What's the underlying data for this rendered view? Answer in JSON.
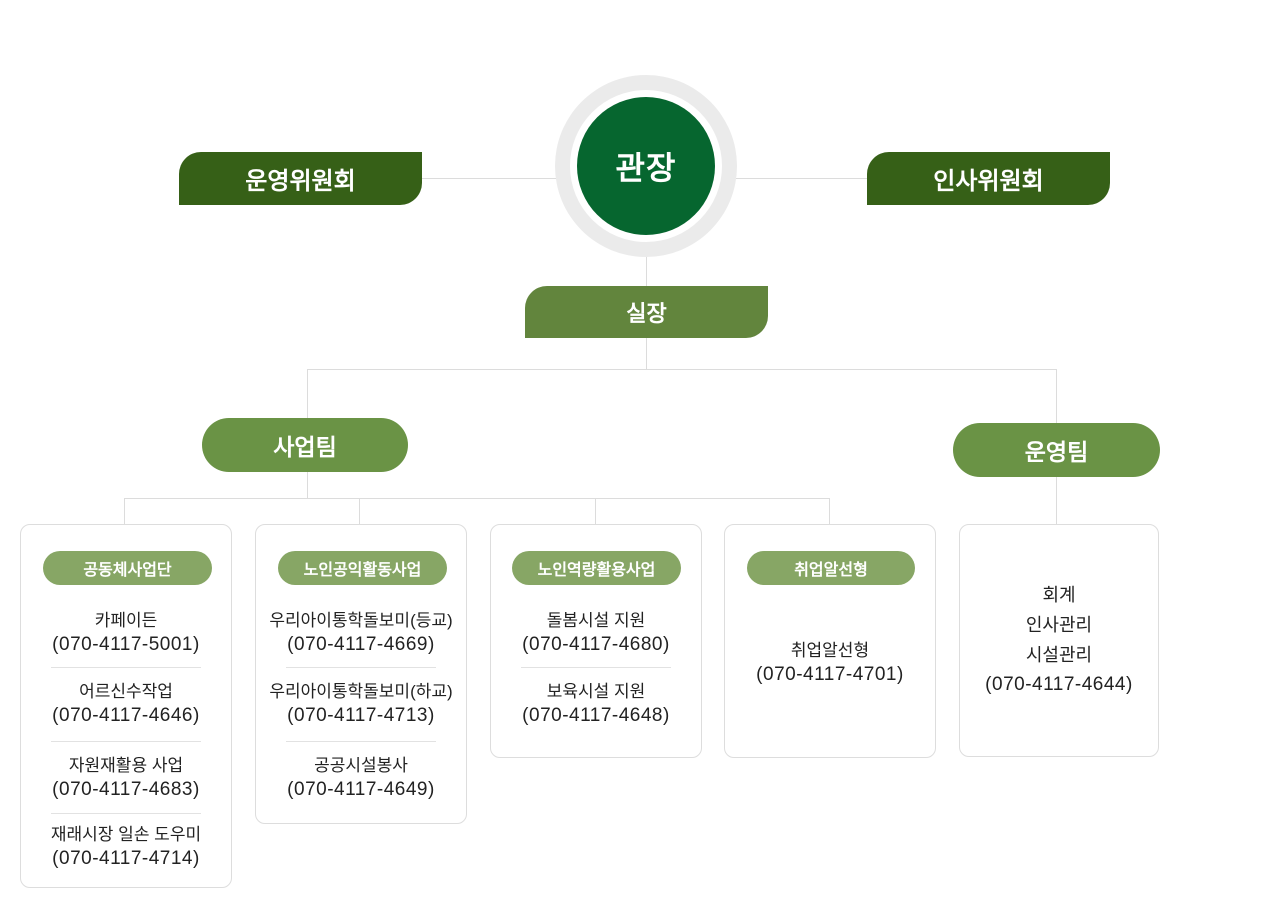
{
  "director": {
    "label": "관장"
  },
  "committees": {
    "left": "운영위원회",
    "right": "인사위원회"
  },
  "chief": {
    "label": "실장"
  },
  "teams": {
    "business": "사업팀",
    "operations": "운영팀"
  },
  "divisions": [
    {
      "title": "공동체사업단",
      "entries": [
        {
          "name": "카페이든",
          "phone": "(070-4117-5001)"
        },
        {
          "name": "어르신수작업",
          "phone": "(070-4117-4646)"
        },
        {
          "name": "자원재활용 사업",
          "phone": "(070-4117-4683)"
        },
        {
          "name": "재래시장 일손 도우미",
          "phone": "(070-4117-4714)"
        }
      ]
    },
    {
      "title": "노인공익활동사업",
      "entries": [
        {
          "name": "우리아이통학돌보미(등교)",
          "phone": "(070-4117-4669)"
        },
        {
          "name": "우리아이통학돌보미(하교)",
          "phone": "(070-4117-4713)"
        },
        {
          "name": "공공시설봉사",
          "phone": "(070-4117-4649)"
        }
      ]
    },
    {
      "title": "노인역량활용사업",
      "entries": [
        {
          "name": "돌봄시설 지원",
          "phone": "(070-4117-4680)"
        },
        {
          "name": "보육시설 지원",
          "phone": "(070-4117-4648)"
        }
      ]
    },
    {
      "title": "취업알선형",
      "entries": [
        {
          "name": "취업알선형",
          "phone": "(070-4117-4701)"
        }
      ]
    }
  ],
  "operations_card": {
    "items": [
      "회계",
      "인사관리",
      "시설관리"
    ],
    "phone": "(070-4117-4644)"
  },
  "colors": {
    "director": "#06662f",
    "committee": "#366017",
    "chief": "#62853d",
    "team": "#6a9345",
    "division_title": "#87a665"
  }
}
